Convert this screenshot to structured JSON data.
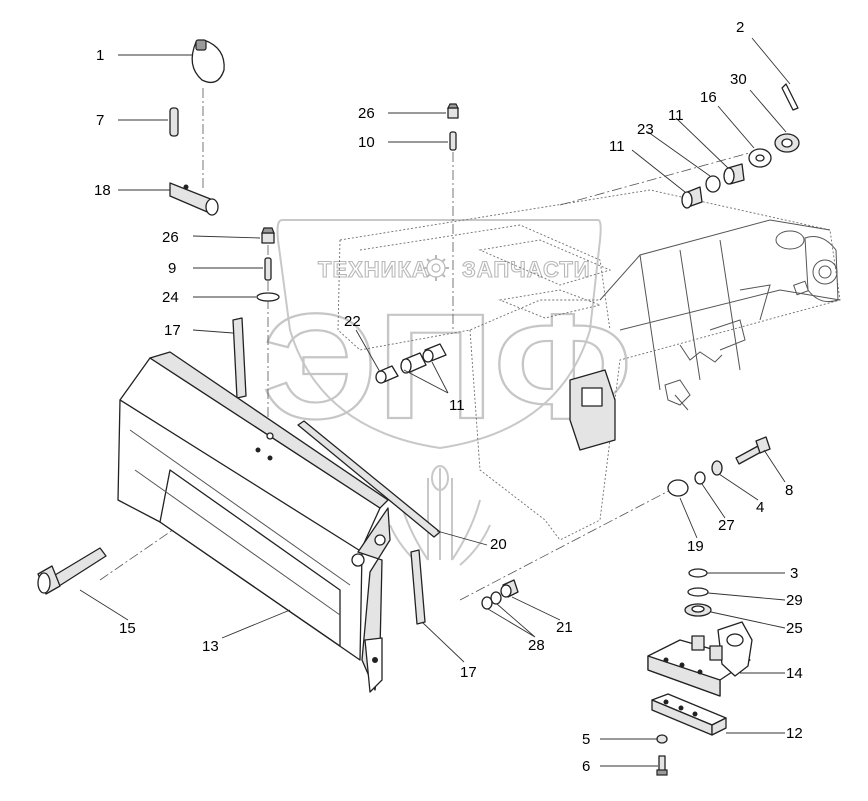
{
  "watermark": {
    "top_left_text": "ТЕХНИКА",
    "top_right_text": "ЗАПЧАСТИ",
    "logo_letters": "ЭПФ"
  },
  "callouts": [
    {
      "id": "c1",
      "label": "1"
    },
    {
      "id": "c7",
      "label": "7"
    },
    {
      "id": "c18",
      "label": "18"
    },
    {
      "id": "c26a",
      "label": "26"
    },
    {
      "id": "c9",
      "label": "9"
    },
    {
      "id": "c24",
      "label": "24"
    },
    {
      "id": "c17a",
      "label": "17"
    },
    {
      "id": "c22",
      "label": "22"
    },
    {
      "id": "c11a",
      "label": "11"
    },
    {
      "id": "c26b",
      "label": "26"
    },
    {
      "id": "c10",
      "label": "10"
    },
    {
      "id": "c2",
      "label": "2"
    },
    {
      "id": "c30",
      "label": "30"
    },
    {
      "id": "c16",
      "label": "16"
    },
    {
      "id": "c11b",
      "label": "11"
    },
    {
      "id": "c23",
      "label": "23"
    },
    {
      "id": "c11c",
      "label": "11"
    },
    {
      "id": "c8",
      "label": "8"
    },
    {
      "id": "c4",
      "label": "4"
    },
    {
      "id": "c27",
      "label": "27"
    },
    {
      "id": "c19",
      "label": "19"
    },
    {
      "id": "c20",
      "label": "20"
    },
    {
      "id": "c3",
      "label": "3"
    },
    {
      "id": "c29",
      "label": "29"
    },
    {
      "id": "c25",
      "label": "25"
    },
    {
      "id": "c14",
      "label": "14"
    },
    {
      "id": "c12",
      "label": "12"
    },
    {
      "id": "c5",
      "label": "5"
    },
    {
      "id": "c6",
      "label": "6"
    },
    {
      "id": "c21",
      "label": "21"
    },
    {
      "id": "c28",
      "label": "28"
    },
    {
      "id": "c17b",
      "label": "17"
    },
    {
      "id": "c13",
      "label": "13"
    },
    {
      "id": "c15",
      "label": "15"
    }
  ]
}
